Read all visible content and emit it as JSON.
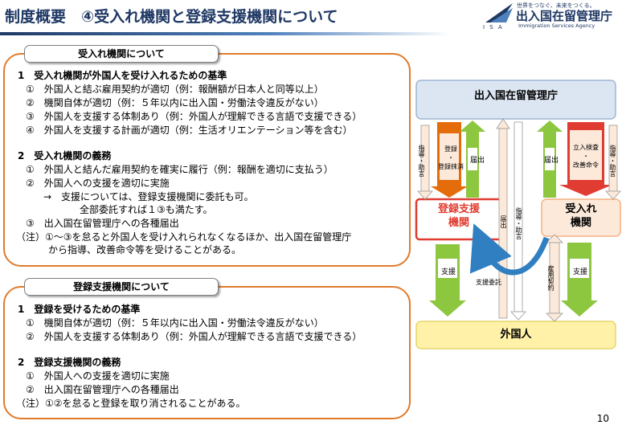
{
  "header": {
    "title": "制度概要　④受入れ機関と登録支援機関について",
    "logo_tagline": "世界をつなぐ、未来をつくる。",
    "logo_name": "出入国在留管理庁",
    "logo_english": "Immigration Services Agency",
    "logo_abbr": "I S A"
  },
  "section1": {
    "tab": "受入れ機関について",
    "lines": [
      "1　受入れ機関が外国人を受け入れるための基準",
      "①　外国人と結ぶ雇用契約が適切（例：報酬額が日本人と同等以上）",
      "②　機関自体が適切（例：５年以内に出入国・労働法令違反がない）",
      "③　外国人を支援する体制あり（例：外国人が理解できる言語で支援できる）",
      "④　外国人を支援する計画が適切（例：生活オリエンテーション等を含む）",
      "2　受入れ機関の義務",
      "①　外国人と結んだ雇用契約を確実に履行（例：報酬を適切に支払う）",
      "②　外国人への支援を適切に実施",
      "→　支援については、登録支援機関に委託も可。",
      "全部委託すれば１③も満たす。",
      "③　出入国在留管理庁への各種届出",
      "（注）①～③を怠ると外国人を受け入れられなくなるほか、出入国在留管理庁",
      "から指導、改善命令等を受けることがある。"
    ]
  },
  "section2": {
    "tab": "登録支援機関について",
    "lines": [
      "1　登録を受けるための基準",
      "①　機関自体が適切（例：５年以内に出入国・労働法令違反がない）",
      "②　外国人を支援する体制あり（例：外国人が理解できる言語で支援できる）",
      "2　登録支援機関の義務",
      "①　外国人への支援を適切に実施",
      "②　出入国在留管理庁への各種届出",
      "（注）①②を怠ると登録を取り消されることがある。"
    ]
  },
  "diagram": {
    "agency": "出入国在留管理庁",
    "support_org": "登録支援\n機関",
    "host_org": "受入れ\n機関",
    "foreigner": "外国人",
    "shido_jogen": "指導・助言",
    "registration": "登録\n・\n登録抹消",
    "todokede": "届出",
    "inspection": "立入検査\n・\n改善命令",
    "shien": "支援",
    "shien_itaku": "支援委託",
    "koyo_keiyaku": "雇用契約"
  },
  "colors": {
    "title_navy": "#1f3864",
    "panel_border": "#e07b2c",
    "agency_fill": "#dce6f2",
    "support_border": "#e03c31",
    "host_fill": "#fde9d9",
    "foreigner_fill": "#fff2a8",
    "arrow_orange": "#e46c0a",
    "arrow_green": "#8dc63f",
    "arrow_red": "#e03c31",
    "arrow_blue": "#2f7fc1"
  },
  "page_number": "10"
}
